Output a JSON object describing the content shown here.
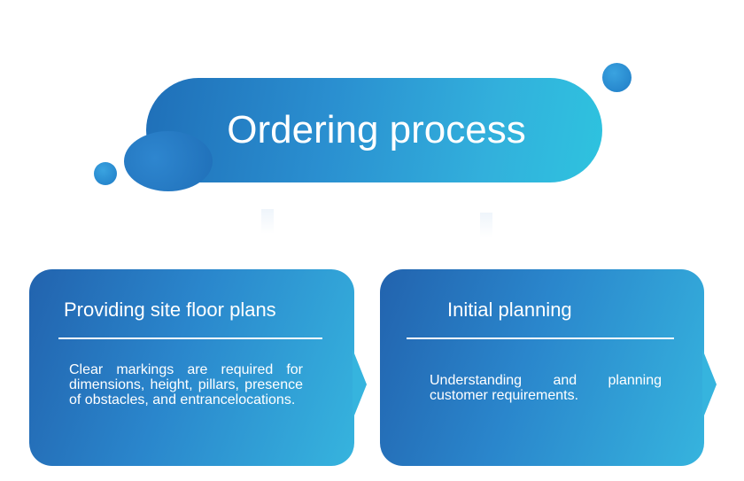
{
  "title": "Ordering process",
  "cards": [
    {
      "title": "Providing site floor plans",
      "body": "Clear markings are required for dimensions, height, pillars, presence of obstacles, and entrancelocations."
    },
    {
      "title": "Initial planning",
      "body": "Understanding and planning customer requirements."
    }
  ],
  "colors": {
    "gradient_start": "#1f6fb8",
    "gradient_end": "#2ec3df",
    "text": "#ffffff"
  }
}
